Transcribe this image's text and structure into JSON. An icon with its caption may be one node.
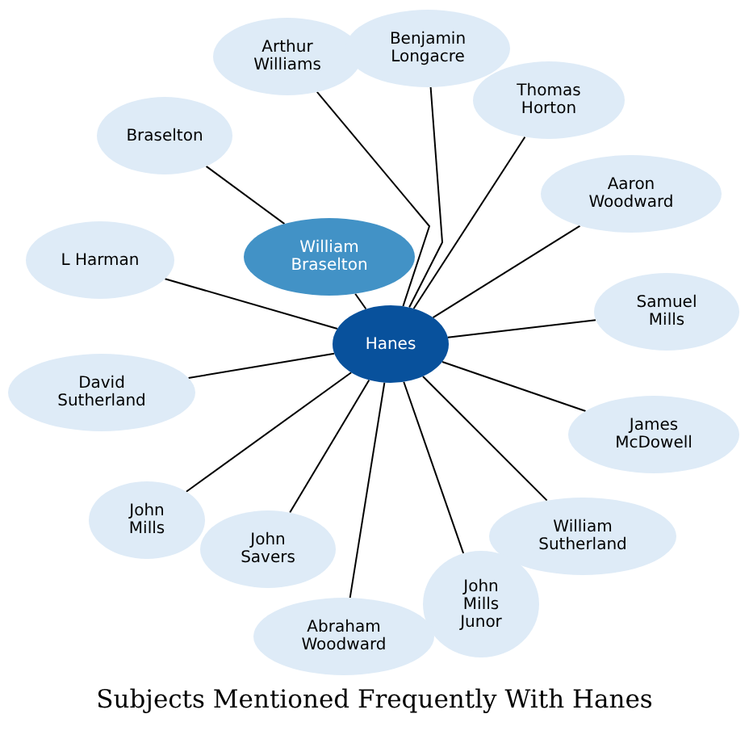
{
  "diagram": {
    "title": "Subjects Mentioned Frequently With Hanes",
    "nodes": [
      {
        "text": [
          "Hanes"
        ]
      },
      {
        "text": [
          "William Braselton"
        ]
      },
      {
        "text": [
          "Arthur Williams"
        ]
      },
      {
        "text": [
          "Benjamin Longacre"
        ]
      },
      {
        "text": [
          "Thomas Horton"
        ]
      },
      {
        "text": [
          "Braselton"
        ]
      },
      {
        "text": [
          "Aaron Woodward"
        ]
      },
      {
        "text": [
          "L Harman"
        ]
      },
      {
        "text": [
          "Samuel Mills"
        ]
      },
      {
        "text": [
          "David Sutherland"
        ]
      },
      {
        "text": [
          "James McDowell"
        ]
      },
      {
        "text": [
          "John Mills"
        ]
      },
      {
        "text": [
          "John Savers"
        ]
      },
      {
        "text": [
          "William Sutherland"
        ]
      },
      {
        "text": [
          "John Mills Junor"
        ]
      },
      {
        "text": [
          "Abraham Woodward"
        ]
      }
    ],
    "edges": [
      {
        "from": 1,
        "to": 0,
        "arrow": "none"
      },
      {
        "from": 2,
        "to": 0,
        "arrow": "none"
      },
      {
        "from": 3,
        "to": 0,
        "arrow": "none"
      },
      {
        "from": 4,
        "to": 0,
        "arrow": "none"
      },
      {
        "from": 5,
        "to": 1,
        "arrow": "none"
      },
      {
        "from": 6,
        "to": 0,
        "arrow": "none"
      },
      {
        "from": 7,
        "to": 0,
        "arrow": "none"
      },
      {
        "from": 8,
        "to": 0,
        "arrow": "none"
      },
      {
        "from": 9,
        "to": 0,
        "arrow": "none"
      },
      {
        "from": 10,
        "to": 0,
        "arrow": "none"
      },
      {
        "from": 11,
        "to": 0,
        "arrow": "none"
      },
      {
        "from": 12,
        "to": 0,
        "arrow": "none"
      },
      {
        "from": 13,
        "to": 0,
        "arrow": "none"
      },
      {
        "from": 14,
        "to": 0,
        "arrow": "none"
      },
      {
        "from": 15,
        "to": 0,
        "arrow": "none"
      }
    ]
  }
}
